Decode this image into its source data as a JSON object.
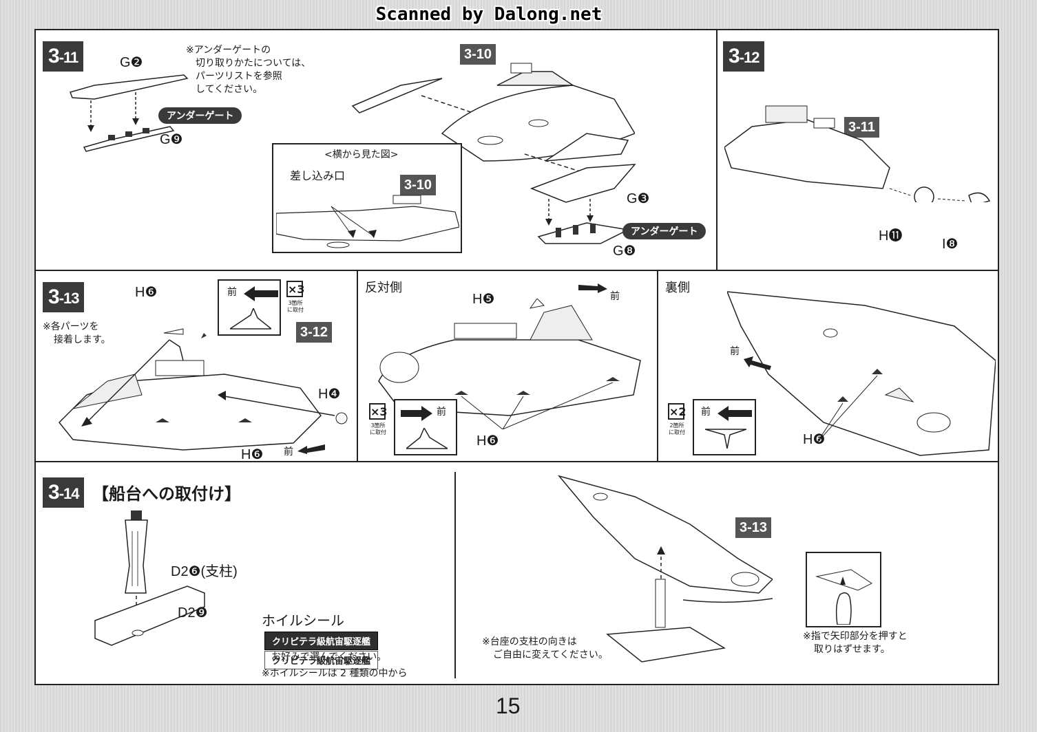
{
  "banner": "Scanned by Dalong.net",
  "page_number": "15",
  "step_3_11": {
    "badge_main": "3",
    "badge_sub": "-11",
    "part_g2": "G❷",
    "part_g9": "G❾",
    "under_gate": "アンダーゲート",
    "note_lines": [
      "※アンダーゲートの",
      "切り取りかたについては、",
      "パーツリストを参照",
      "してください。"
    ],
    "ref_3_10_top": "3-10",
    "side_view_title": "<横から見た図>",
    "insert_slot": "差し込み口",
    "ref_3_10_inset": "3-10",
    "part_g3": "G❸",
    "part_g8": "G❽",
    "under_gate_2": "アンダーゲート"
  },
  "step_3_12": {
    "badge_main": "3",
    "badge_sub": "-12",
    "ref_3_11": "3-11",
    "part_h11": "H⓫",
    "part_i8": "I❽"
  },
  "step_3_13": {
    "badge_main": "3",
    "badge_sub": "-13",
    "part_h6_top": "H❻",
    "front_label": "前",
    "times3": "×3",
    "times3_note": [
      "3箇所",
      "に取付"
    ],
    "note_lines": [
      "※各パーツを",
      "接着します。"
    ],
    "ref_3_12": "3-12",
    "part_h4": "H❹",
    "part_h6_bottom": "H❻",
    "front_bottom": "前"
  },
  "opposite_side": {
    "title": "反対側",
    "part_h5": "H❺",
    "front_label": "前",
    "times3": "×3",
    "times3_note": [
      "3箇所",
      "に取付"
    ],
    "inset_front": "前",
    "part_h6": "H❻"
  },
  "back_side": {
    "title": "裏側",
    "front_label": "前",
    "times2": "×2",
    "times2_note": [
      "2箇所",
      "に取付"
    ],
    "inset_front": "前",
    "part_h6": "H❻"
  },
  "step_3_14": {
    "badge_main": "3",
    "badge_sub": "-14",
    "title": "【船台への取付け】",
    "part_d26": "D2❻(支柱)",
    "part_d29": "D2❾",
    "foil_seal": "ホイルシール",
    "sticker_dark": "クリピテラ級航宙駆逐艦",
    "sticker_light": "クリピテラ級航宙駆逐艦",
    "foil_note": [
      "※ホイルシールは 2 種類の中から",
      "お好みで選んでください。"
    ],
    "ref_3_13": "3-13",
    "stand_note": [
      "※台座の支柱の向きは",
      "ご自由に変えてください。"
    ],
    "remove_note": [
      "※指で矢印部分を押すと",
      "取りはずせます。"
    ]
  }
}
